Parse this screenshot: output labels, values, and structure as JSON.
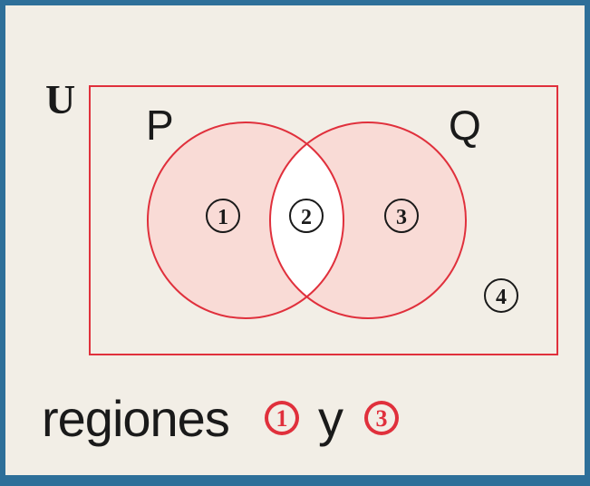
{
  "diagram": {
    "universe_label": "U",
    "sets": [
      {
        "label": "P"
      },
      {
        "label": "Q"
      }
    ],
    "regions": [
      {
        "number": "1",
        "shaded": true
      },
      {
        "number": "2",
        "shaded": false
      },
      {
        "number": "3",
        "shaded": true
      },
      {
        "number": "4",
        "shaded": false
      }
    ],
    "colors": {
      "outline": "#e0303c",
      "shade": "#f9dbd6",
      "background": "#f2eee6",
      "border": "#2e6f99"
    }
  },
  "caption": {
    "prefix": "regiones",
    "first_region": "1",
    "connector": "y",
    "second_region": "3"
  }
}
